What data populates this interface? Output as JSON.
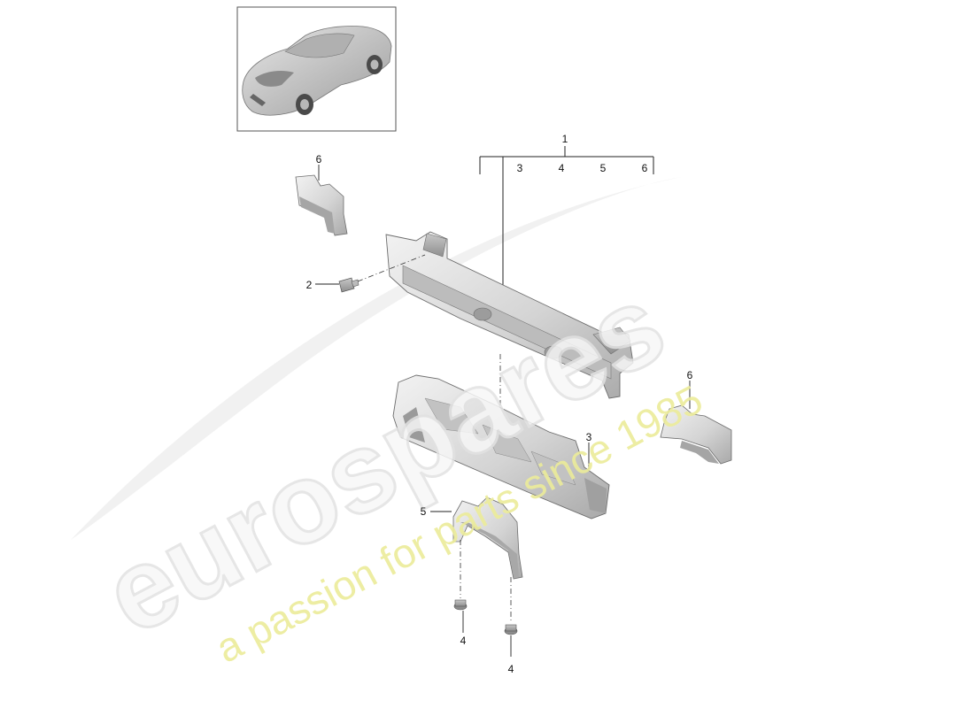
{
  "diagram": {
    "callouts": {
      "group_label": "1",
      "group_members": [
        "3",
        "4",
        "5",
        "6"
      ],
      "bolt": "2",
      "shield_left": "6",
      "shield_right": "6",
      "absorber": "3",
      "bracket": "5",
      "nut_left": "4",
      "nut_right": "4"
    },
    "watermark": {
      "brand": "eurospares",
      "tagline": "a passion for parts since 1985",
      "brand_color": "#e2e2e2",
      "tagline_color": "#ecec9a"
    },
    "thumbnail": {
      "subject": "car-rear-view-thumbnail"
    }
  }
}
